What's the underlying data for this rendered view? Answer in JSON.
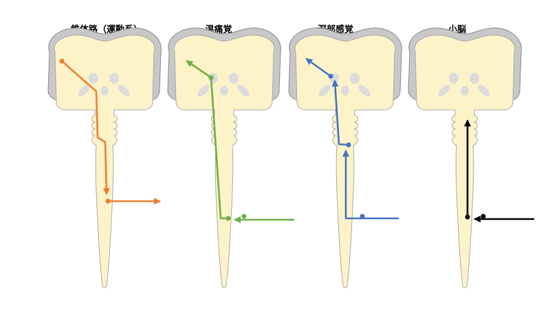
{
  "panels": [
    {
      "title": "錐体路（運動系）",
      "color": "#ed7d31"
    },
    {
      "title": "温痛覚",
      "color": "#70ad47"
    },
    {
      "title": "深部感覚",
      "color": "#4472c4"
    },
    {
      "title": "小脳",
      "color": "#000000"
    }
  ],
  "colors": {
    "cord_fill": "#fdf3c9",
    "brain_outline": "#c8c8c8",
    "nucleus": "#dcdcdc"
  }
}
